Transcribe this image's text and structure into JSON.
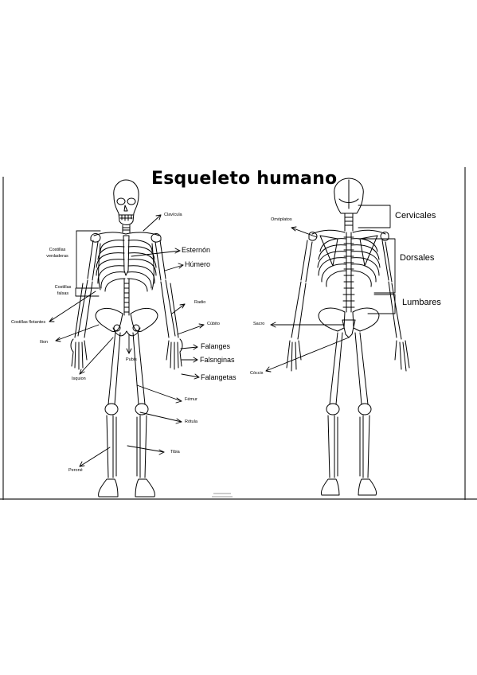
{
  "title": "Esqueleto humano",
  "front_labels": {
    "clavicula": "Clavícula",
    "esternon": "Esternón",
    "costillas_verdaderas": "Costillas verdaderas",
    "humero": "Húmero",
    "costillas_falsas": "Costillas falsas",
    "radio": "Radio",
    "costillas_flotantes": "Costillas flotantes",
    "cubito": "Cúbito",
    "ilion": "Ilion",
    "falanges": "Falanges",
    "pubis": "Pubis",
    "falanginas": "Falsnginas",
    "isquion": "Isquion",
    "falangetas": "Falangetas",
    "femur": "Fémur",
    "rotula": "Rótula",
    "tibia": "Tibia",
    "perone": "Peroné"
  },
  "back_labels": {
    "omoplatos": "Omóplatos",
    "cervicales": "Cervicales",
    "dorsales": "Dorsales",
    "lumbares": "Lumbares",
    "sacro": "Sacro",
    "coccix": "Cóccix"
  },
  "colors": {
    "line": "#000000",
    "background": "#ffffff",
    "page_border": "#222222"
  }
}
